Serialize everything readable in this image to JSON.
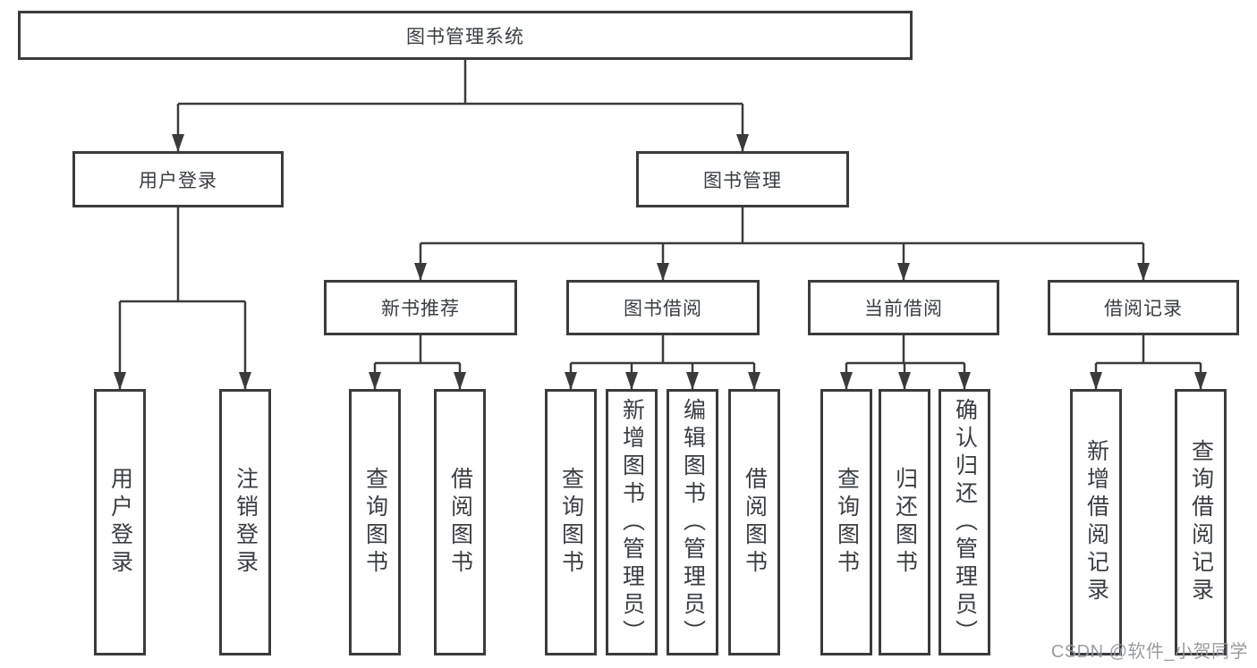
{
  "diagram": {
    "root": {
      "label": "图书管理系统"
    },
    "level2": [
      {
        "label": "用户登录"
      },
      {
        "label": "图书管理"
      }
    ],
    "level3": [
      {
        "label": "新书推荐"
      },
      {
        "label": "图书借阅"
      },
      {
        "label": "当前借阅"
      },
      {
        "label": "借阅记录"
      }
    ],
    "leaves": {
      "user_login": [
        "用户登录",
        "注销登录"
      ],
      "new_book_recommend": [
        "查询图书",
        "借阅图书"
      ],
      "book_borrow": [
        "查询图书",
        "新增图书（管理员）",
        "编辑图书（管理员）",
        "借阅图书"
      ],
      "current_borrow": [
        "查询图书",
        "归还图书",
        "确认归还（管理员）"
      ],
      "borrow_records": [
        "新增借阅记录",
        "查询借阅记录"
      ]
    },
    "colors": {
      "line": "#3b3b3b",
      "text": "#3a3d42",
      "background": "#ffffff",
      "watermark": "#94979c"
    }
  },
  "watermark": {
    "text": "CSDN @软件_小贺同学"
  }
}
